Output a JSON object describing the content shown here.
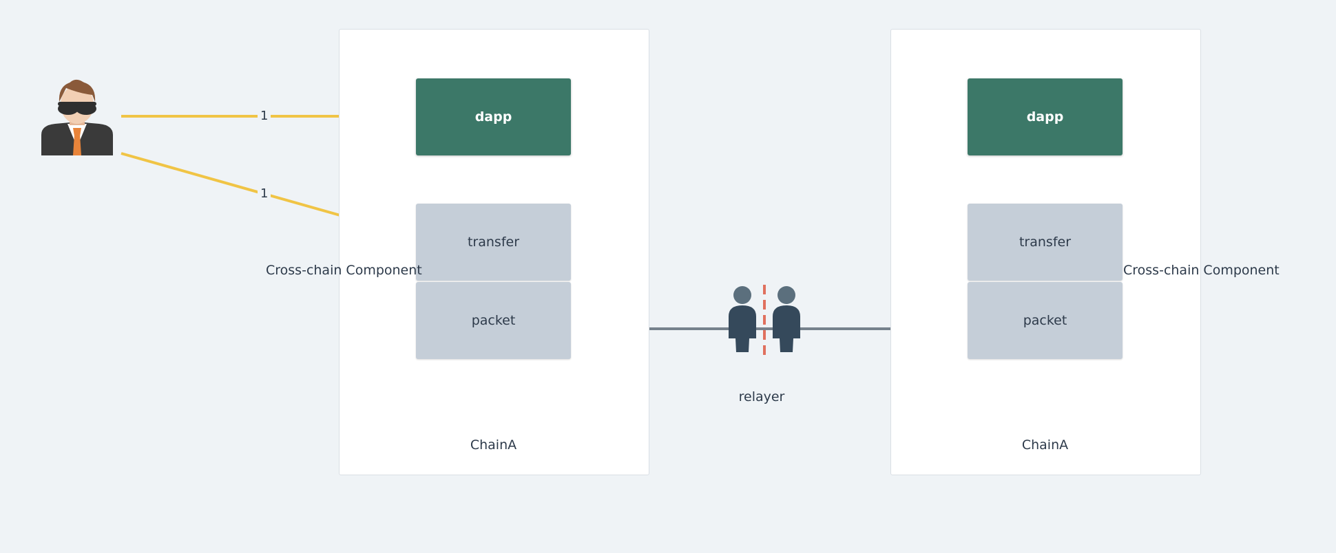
{
  "chains": [
    {
      "name": "ChainA",
      "dapp": "dapp",
      "transfer": "transfer",
      "packet": "packet",
      "component_label": "Cross-chain Component"
    },
    {
      "name": "ChainA",
      "dapp": "dapp",
      "transfer": "transfer",
      "packet": "packet",
      "component_label": "Cross-chain Component"
    }
  ],
  "relayer": {
    "label": "relayer",
    "icon": "relayer-people-icon"
  },
  "user": {
    "icon": "user-with-sunglasses-icon"
  },
  "edges": {
    "user_to_dapp_label": "1",
    "user_to_transfer_label": "1"
  },
  "colors": {
    "dapp": "#3c7868",
    "module": "#c5ced8",
    "user_arrow": "#f0c445",
    "link_arrow": "#76818c",
    "relayer_divider": "#e0705e"
  }
}
